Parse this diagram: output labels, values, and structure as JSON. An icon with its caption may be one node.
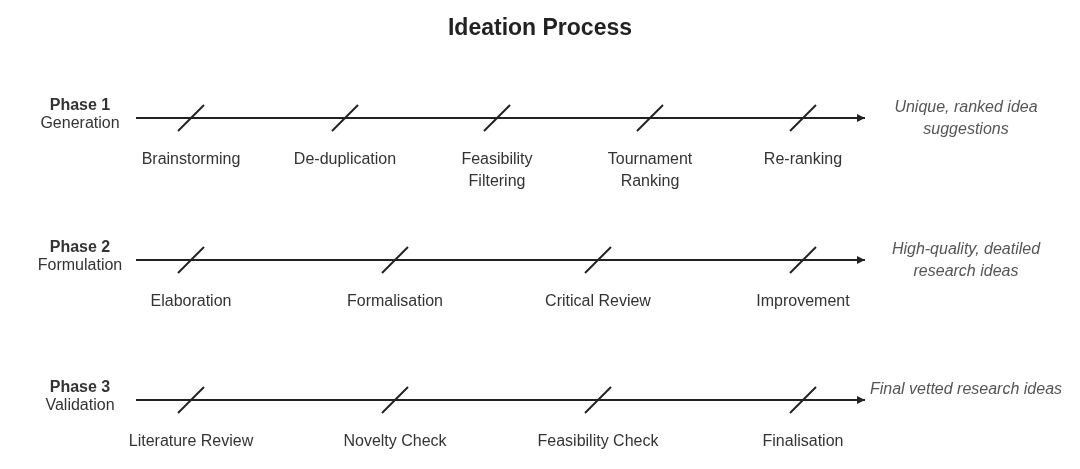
{
  "diagram": {
    "title": "Ideation Process",
    "nodes": [
      {
        "text": [
          "Phase 1",
          "Generation"
        ]
      },
      {
        "text": [
          "Unique, ranked idea suggestions"
        ]
      },
      {
        "text": [
          "Phase 2",
          "Formulation"
        ]
      },
      {
        "text": [
          "High-quality, deatiled research ideas"
        ]
      },
      {
        "text": [
          "Phase 3",
          "Validation"
        ]
      },
      {
        "text": [
          "Final vetted research ideas"
        ]
      }
    ],
    "edges": [
      {
        "from": 0,
        "to": 1,
        "arrow": "to"
      },
      {
        "from": 2,
        "to": 3,
        "arrow": "to"
      },
      {
        "from": 4,
        "to": 5,
        "arrow": "to"
      }
    ],
    "labels": [
      "Brainstorming",
      "De-duplication",
      "Feasibility Filtering",
      "Tournament Ranking",
      "Re-ranking",
      "Elaboration",
      "Formalisation",
      "Critical Review",
      "Improvement",
      "Literature Review",
      "Novelty Check",
      "Feasibility Check",
      "Finalisation"
    ]
  }
}
